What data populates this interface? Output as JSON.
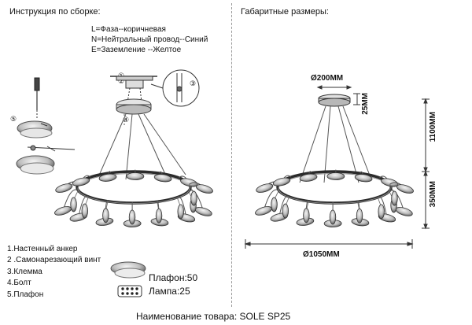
{
  "left_panel": {
    "title": "Инструкция по сборке:",
    "wiring": [
      "L=Фаза--коричневая",
      "N=Нейтральный провод--Синий",
      "E=Заземление --Желтое"
    ],
    "callout_numbers": [
      "①",
      "②",
      "③",
      "④",
      "⑤"
    ],
    "parts": [
      "1.Настенный анкер",
      "2 .Самонарезающий винт",
      "3.Клемма",
      "4.Болт",
      "5.Плафон"
    ],
    "counts": {
      "shade": "Плафон:50",
      "lamp": "Лампа:25"
    }
  },
  "right_panel": {
    "title": "Габаритные размеры:",
    "dims": {
      "canopy_diameter": "Ø200MM",
      "canopy_height": "25MM",
      "total_height": "1100MM",
      "body_height": "350MM",
      "diameter": "Ø1050MM"
    }
  },
  "footer": {
    "product_name": "Наименование товара: SOLE SP25"
  }
}
